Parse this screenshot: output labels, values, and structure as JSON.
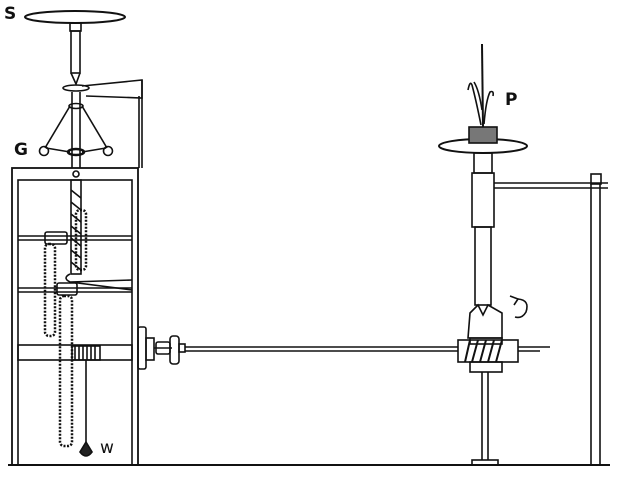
{
  "figure": {
    "type": "mechanical apparatus line drawing",
    "labels": {
      "S": "S",
      "G": "G",
      "W": "w",
      "P": "P"
    },
    "components": [
      {
        "key": "S",
        "name": "disc on vertical spindle (top)"
      },
      {
        "key": "G",
        "name": "centrifugal governor with two balls"
      },
      {
        "key": "W",
        "name": "driving weight on cord"
      },
      {
        "key": "P",
        "name": "plant in pot on rotating platform"
      }
    ],
    "colors": {
      "ink": "#111111",
      "paper": "#ffffff"
    }
  }
}
